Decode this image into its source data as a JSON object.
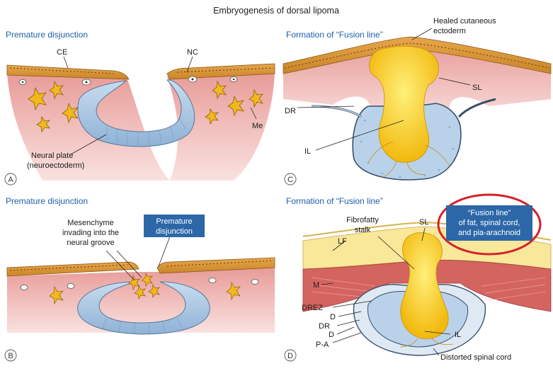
{
  "figure": {
    "title": "Embryogenesis of dorsal lipoma"
  },
  "panels": [
    {
      "letter": "A",
      "title": "Premature disjunction",
      "labels": {
        "ce": "CE",
        "nc": "NC",
        "me": "Me",
        "neural_plate_1": "Neural plate",
        "neural_plate_2": "(neuroectoderm)"
      }
    },
    {
      "letter": "B",
      "title": "Premature disjunction",
      "labels": {
        "mes_1": "Mesenchyme",
        "mes_2": "invading into the",
        "mes_3": "neural groove",
        "box_1": "Premature",
        "box_2": "disjunction"
      }
    },
    {
      "letter": "C",
      "title": "Formation of “Fusion line”",
      "labels": {
        "healed_1": "Healed cutaneous",
        "healed_2": "ectoderm",
        "sl": "SL",
        "dr": "DR",
        "il": "IL"
      }
    },
    {
      "letter": "D",
      "title": "Formation of “Fusion line”",
      "labels": {
        "stalk_1": "Fibrofatty",
        "stalk_2": "stalk",
        "sl": "SL",
        "lf": "LF",
        "m": "M",
        "drez": "DREZ",
        "d1": "D",
        "dr": "DR",
        "d2": "D",
        "pa": "P-A",
        "il": "IL",
        "distorted": "Distorted spinal cord",
        "box_1": "“Fusion line”",
        "box_2": "of fat, spinal cord,",
        "box_3": "and pia-arachnoid"
      }
    }
  ],
  "colors": {
    "title_blue": "#1f5fa8",
    "box_blue": "#2c67a8",
    "highlight_red": "#d6202a",
    "fat_yellow": "#f5c418",
    "tissue_pink": "#e9a3a0",
    "neural_blue": "#a9c6e2"
  }
}
